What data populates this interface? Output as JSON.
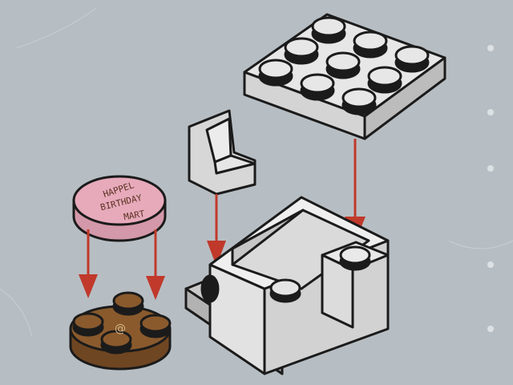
{
  "scene": {
    "background_color": "#b7bec3",
    "arrow_color": "#c0392b",
    "outline_color": "#1b1b1b",
    "light_gray": "#e7e7e7",
    "mid_gray": "#cdcdcd",
    "cake_pink": "#e7aabb",
    "base_brown": "#8a5a2d"
  },
  "cake_tile": {
    "text_lines": [
      "HAPPEL",
      "BIRTHDAY",
      "MART"
    ]
  },
  "brown_plate": {
    "print": "@"
  }
}
